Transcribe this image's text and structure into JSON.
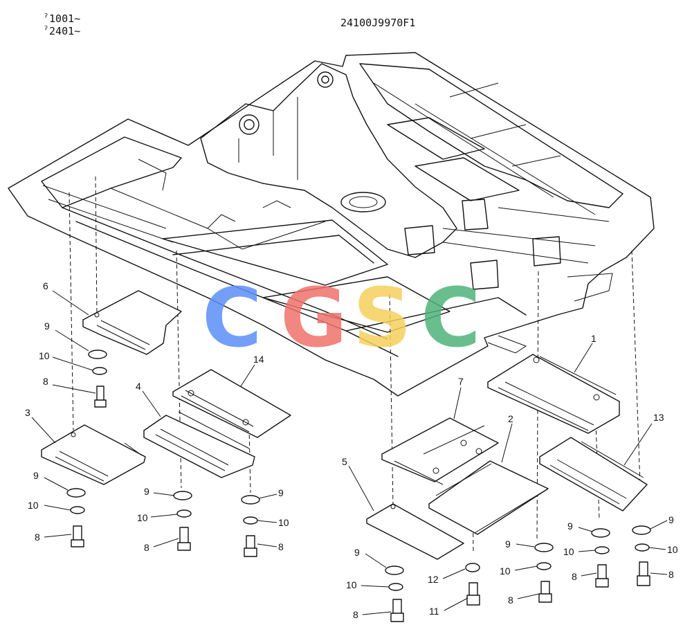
{
  "header": {
    "serial_ranges": [
      "ˀ1001∼",
      "ˀ2401∼"
    ],
    "drawing_number": "24100J9970F1"
  },
  "watermark": {
    "letters": [
      {
        "char": "C",
        "color": "#5b8ff9"
      },
      {
        "char": "G",
        "color": "#f0716a"
      },
      {
        "char": "S",
        "color": "#f6d15c"
      },
      {
        "char": "C",
        "color": "#4fb37a"
      }
    ]
  },
  "callouts": [
    "6",
    "9",
    "10",
    "8",
    "3",
    "9",
    "10",
    "8",
    "4",
    "14",
    "9",
    "10",
    "8",
    "9",
    "10",
    "8",
    "7",
    "5",
    "9",
    "10",
    "8",
    "2",
    "12",
    "11",
    "9",
    "10",
    "8",
    "1",
    "9",
    "10",
    "8",
    "13",
    "9",
    "10",
    "8"
  ]
}
